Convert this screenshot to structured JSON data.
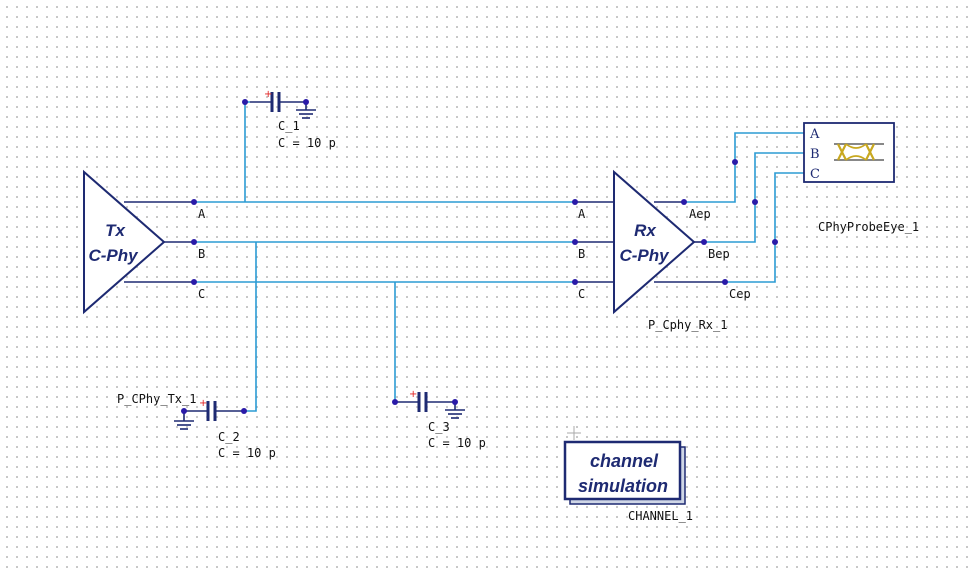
{
  "tx": {
    "title": "Tx",
    "subtitle": "C-Phy",
    "instance": "P_CPhy_Tx_1",
    "pins": [
      "A",
      "B",
      "C"
    ]
  },
  "rx": {
    "title": "Rx",
    "subtitle": "C-Phy",
    "instance": "P_Cphy_Rx_1",
    "in_pins": [
      "A",
      "B",
      "C"
    ],
    "out_pins": [
      "Aep",
      "Bep",
      "Cep"
    ]
  },
  "caps": [
    {
      "name": "C_1",
      "value": "C = 10 p"
    },
    {
      "name": "C_2",
      "value": "C = 10 p"
    },
    {
      "name": "C_3",
      "value": "C = 10 p"
    }
  ],
  "probe": {
    "instance": "CPhyProbeEye_1",
    "pins": [
      "A",
      "B",
      "C"
    ]
  },
  "channel": {
    "line1": "channel",
    "line2": "simulation",
    "instance": "CHANNEL_1"
  },
  "colors": {
    "wire": "#2b9bd4",
    "component": "#1e2a72",
    "pin_dot": "#2a1aa8",
    "polarity": "#e02020",
    "eye": "#c8a820"
  }
}
